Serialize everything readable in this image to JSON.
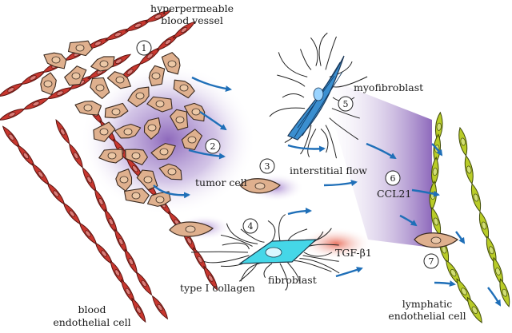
{
  "labels": {
    "hyperpermeable_line1": "hyperpermeable",
    "hyperpermeable_line2": "blood vessel",
    "myofibroblast": "myofibroblast",
    "interstitial_flow": "interstitial flow",
    "tumor_cell": "tumor cell",
    "ccl21": "CCL21",
    "tgf": "TGF-β1",
    "type1_collagen": "type I collagen",
    "fibroblast": "fibroblast",
    "blood_line1": "blood",
    "blood_line2": "endothelial cell",
    "lymphatic_line1": "lymphatic",
    "lymphatic_line2": "endothelial cell"
  },
  "steps": [
    "1",
    "2",
    "3",
    "4",
    "5",
    "6",
    "7"
  ],
  "colors": {
    "tumor_fill": "#dfb08e",
    "tumor_stroke": "#3a2a20",
    "blood_cell": "#c8372f",
    "lymph_cell": "#b9cc28",
    "flow_arrow": "#1f6fb8",
    "gradient_purple": "#7a4fb0",
    "fibroblast": "#41d6e6",
    "myofibroblast": "#2f7fc0",
    "tgf_glow": "#e5533d"
  }
}
